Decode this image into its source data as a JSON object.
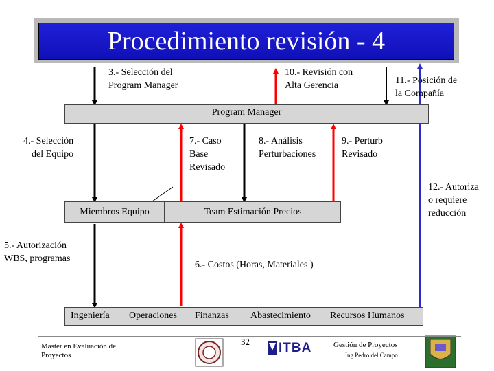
{
  "title": "Procedimiento revisión - 4",
  "labels": {
    "step3_line1": "3.- Selección del",
    "step3_line2": "Program Manager",
    "step10_line1": "10.- Revisión con",
    "step10_line2": "Alta Gerencia",
    "step11_line1": "11.- Posición de",
    "step11_line2": "la Compañía",
    "step4_line1": "4.- Selección",
    "step4_line2": "del Equipo",
    "step7_line1": "7.- Caso",
    "step7_line2": "Base",
    "step7_line3": "Revisado",
    "step8_line1": "8.- Análisis",
    "step8_line2": "Perturbaciones",
    "step9_line1": "9.- Perturb",
    "step9_line2": "Revisado",
    "step12_line1": "12.- Autoriza",
    "step12_line2": "o requiere",
    "step12_line3": "reducción",
    "step5_line1": "5.- Autorización",
    "step5_line2": "WBS, programas",
    "step6": "6.- Costos (Horas, Materiales )"
  },
  "boxes": {
    "program_manager": "Program Manager",
    "miembros_equipo": "Miembros Equipo",
    "team_estimacion": "Team Estimación Precios"
  },
  "departments": [
    "Ingeniería",
    "Operaciones",
    "Finanzas",
    "Abastecimiento",
    "Recursos Humanos"
  ],
  "footer": {
    "left_line1": "Master en Evaluación de",
    "left_line2": "Proyectos",
    "page_number": "32",
    "logo_text": "ITBA",
    "right_line1": "Gestión de Proyectos",
    "right_line2": "Ing Pedro del Campo"
  },
  "colors": {
    "title_bg": "#1414c8",
    "arrow_black": "#000000",
    "arrow_red": "#ff0000",
    "arrow_blue": "#2a2ad0",
    "box_fill": "#d6d6d6"
  }
}
